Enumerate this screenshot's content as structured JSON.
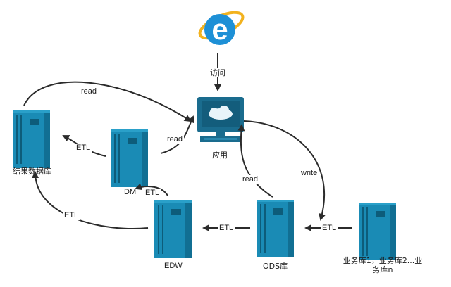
{
  "nodes": {
    "browser": {
      "icon": "internet-explorer-icon"
    },
    "app": {
      "label": "应用",
      "icon": "computer-monitor-icon"
    },
    "result_db": {
      "label": "结果数据库",
      "icon": "server-rack-icon"
    },
    "dm": {
      "label": "DM",
      "icon": "server-rack-icon"
    },
    "edw": {
      "label": "EDW",
      "icon": "server-rack-icon"
    },
    "ods": {
      "label": "ODS库",
      "icon": "server-rack-icon"
    },
    "biz": {
      "label": "业务库1，业务库2...业务库n",
      "icon": "server-rack-icon"
    }
  },
  "edges": {
    "visit": "访问",
    "read_result_app": "read",
    "read_dm_app": "read",
    "read_ods_app": "read",
    "write_app_ods": "write",
    "etl_dm_result": "ETL",
    "etl_edw_dm": "ETL",
    "etl_edw_result": "ETL",
    "etl_ods_edw": "ETL",
    "etl_biz_ods": "ETL"
  },
  "colors": {
    "server_main": "#1a8bb5",
    "server_side": "#116f93",
    "server_dark": "#0d5c7a",
    "ie_blue": "#1e90d6",
    "monitor": "#1a6c8e",
    "screen": "#135d7c",
    "arrow": "#2b2b2b"
  }
}
